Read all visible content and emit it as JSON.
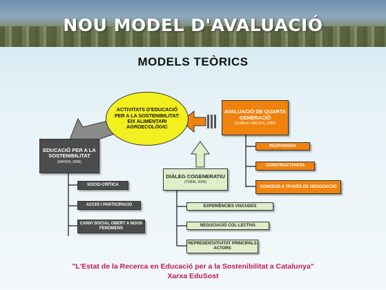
{
  "title": "NOU MODEL D'AVALUACIÓ",
  "subtitle": "MODELS TEÒRICS",
  "center": "ACTIVITATS D'EDUCACIÓ PER A LA SOSTENIBILITAT: EIX ALIMENTARI AGROECOLÒGIC",
  "left": {
    "title": "EDUCACIÓ PER A LA SOSTENIBILITAT",
    "ref": "(MAYER, 2006)",
    "items": [
      "SOCIO-CRÍTICA",
      "ACCIÓ I PARTICIPACIÓ",
      "CANVI SOCIAL OBERT A NOUS FENÒMENS"
    ]
  },
  "right": {
    "title": "AVALUACIÓ DE QUARTA GENERACIÓ",
    "ref": "(GUBA & LINCOLN, 1989)",
    "items": [
      "RESPONSIVA",
      "CONSTRUCTIVISTA",
      "CONSENS A TRAVÉS DE NEGOCIACIÓ"
    ]
  },
  "middle": {
    "title": "DIÀLEG COGENERATIU",
    "ref": "(TOBIN, 2006)",
    "items": [
      "EXPERIÈNCIES VISCUDES",
      "NEGOCIACIÓ COL·LECTIVA",
      "REPRESENTATIVITAT PRINCIPALS ACTORS"
    ]
  },
  "footer": {
    "quote": "\"L'Estat de la Recerca en Educació per a la Sostenibilitat a Catalunya\"",
    "network": "Xarxa EduSost"
  },
  "colors": {
    "dark": "#4c4c4c",
    "orange": "#f0820e",
    "green": "#dfeec9",
    "yellow": "#f3f020",
    "footer": "#c2185b"
  }
}
